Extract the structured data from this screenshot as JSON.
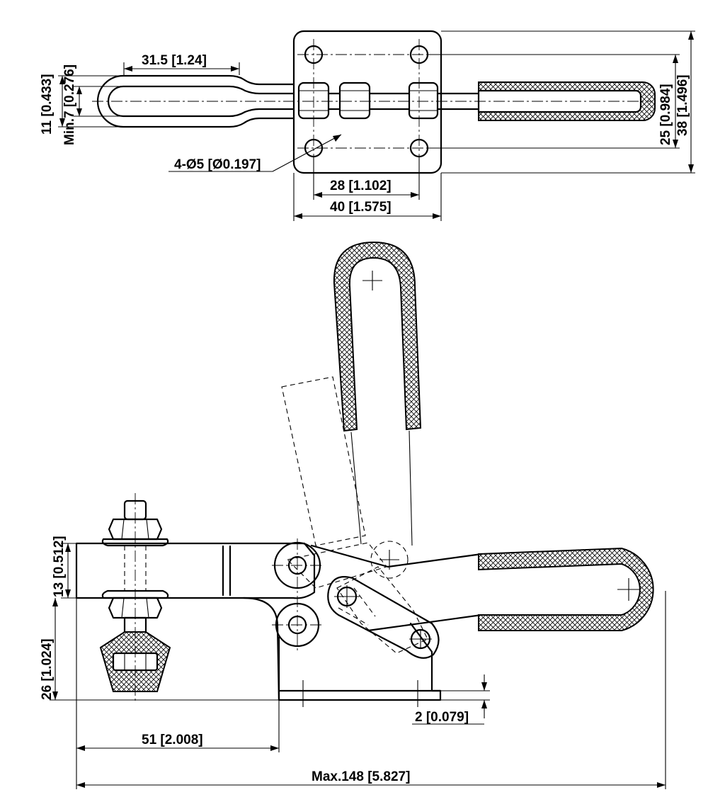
{
  "dimensions": {
    "handle_length": "31.5 [1.24]",
    "loop_width": "11 [0.433]",
    "min_gap": "Min.7 [0.276]",
    "holes": "4-Ø5 [Ø0.197]",
    "hole_spacing_x": "28 [1.102]",
    "base_width": "40 [1.575]",
    "hole_spacing_y": "25 [0.984]",
    "base_depth": "38 [1.496]",
    "bar_height": "13 [0.512]",
    "spindle_height": "26 [1.024]",
    "base_offset": "2 [0.079]",
    "reach": "51 [2.008]",
    "overall_length": "Max.148 [5.827]"
  }
}
